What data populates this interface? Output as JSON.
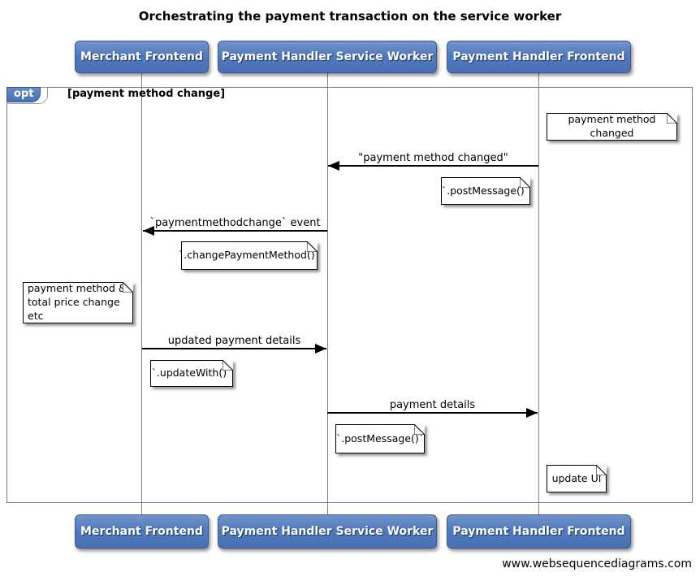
{
  "title": "Orchestrating the payment transaction on the service worker",
  "actors": [
    {
      "name": "Merchant Frontend"
    },
    {
      "name": "Payment Handler Service Worker"
    },
    {
      "name": "Payment Handler Frontend"
    }
  ],
  "fragment": {
    "operator": "opt",
    "guard": "[payment method change]"
  },
  "messages": [
    {
      "label": "\"payment method changed\"",
      "from": "Payment Handler Frontend",
      "to": "Payment Handler Service Worker",
      "direction": "left"
    },
    {
      "label": "`paymentmethodchange` event",
      "from": "Payment Handler Service Worker",
      "to": "Merchant Frontend",
      "direction": "left"
    },
    {
      "label": "updated payment details",
      "from": "Merchant Frontend",
      "to": "Payment Handler Service Worker",
      "direction": "right"
    },
    {
      "label": "payment details",
      "from": "Payment Handler Service Worker",
      "to": "Payment Handler Frontend",
      "direction": "right"
    }
  ],
  "notes": [
    {
      "text": "payment method changed",
      "anchor": "Payment Handler Frontend"
    },
    {
      "text": "`.postMessage()`",
      "anchor": "Payment Handler Frontend"
    },
    {
      "text": "`.changePaymentMethod()`",
      "anchor": "Payment Handler Service Worker"
    },
    {
      "text": "payment method &\ntotal price change etc",
      "anchor": "Merchant Frontend"
    },
    {
      "text": "`.updateWith()`",
      "anchor": "Merchant Frontend"
    },
    {
      "text": "`.postMessage()`",
      "anchor": "Payment Handler Service Worker"
    },
    {
      "text": "update UI",
      "anchor": "Payment Handler Frontend"
    }
  ],
  "footer": "www.websequencediagrams.com",
  "colors": {
    "actor_fill_top": "#7494cc",
    "actor_fill_bottom": "#4a70b5",
    "actor_border": "#3a568c",
    "fragment_border": "#767676",
    "lifeline": "#808080",
    "arrow": "#000000",
    "note_bg": "#ffffff"
  }
}
